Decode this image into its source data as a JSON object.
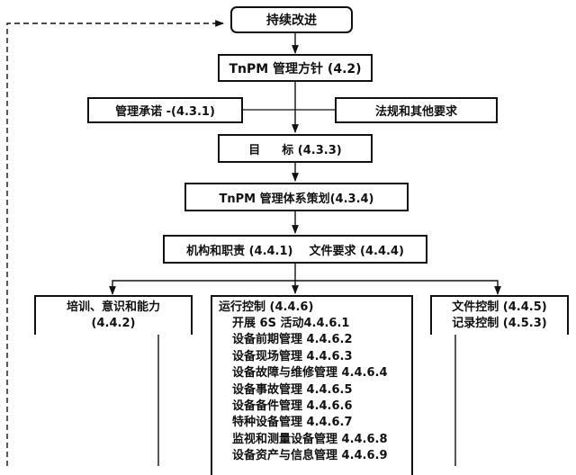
{
  "diagram": {
    "improve": "持续改进",
    "policy": "TnPM 管理方针 (4.2)",
    "commitment": "管理承诺 -(4.3.1)",
    "legal": "法规和其他要求",
    "objective_char1": "目",
    "objective_char2": "标 (4.3.3)",
    "planning": "TnPM 管理体系策划(4.3.4)",
    "structure": "机构和职责 (4.4.1)",
    "doc_req": "文件要求 (4.4.4)",
    "training_line1": "培训、意识和能力",
    "training_line2": "(4.4.2)",
    "operation_title": "运行控制 (4.4.6)",
    "operation_items": [
      "开展 6S 活动4.4.6.1",
      "设备前期管理 4.4.6.2",
      "设备现场管理 4.4.6.3",
      "设备故障与维修管理 4.4.6.4",
      "设备事故管理 4.4.6.5",
      "设备备件管理 4.4.6.6",
      "特种设备管理 4.4.6.7",
      "监视和测量设备管理 4.4.6.8",
      "设备资产与信息管理 4.4.6.9"
    ],
    "doc_control": "文件控制 (4.4.5)",
    "record_control": "记录控制 (4.5.3)"
  }
}
